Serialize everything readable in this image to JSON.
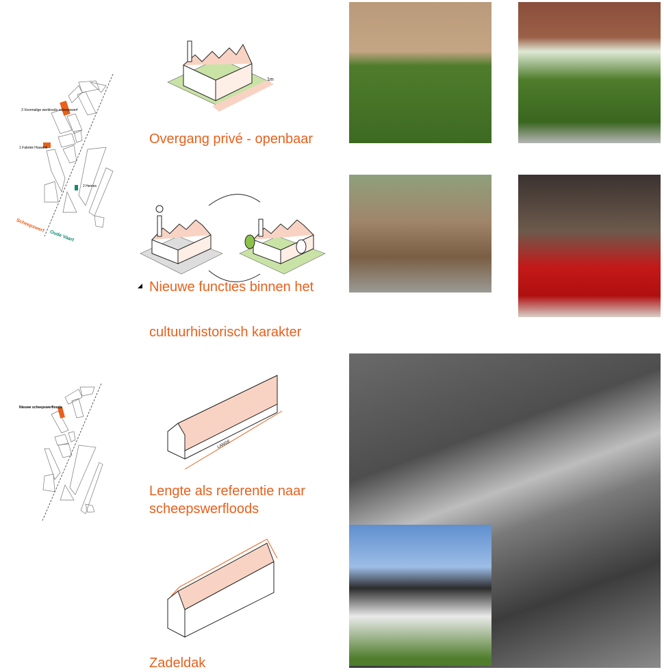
{
  "map1": {
    "label_3": "3 Voormalige werkloods scheepswerf",
    "label_1": "1 Fabriek Houwink",
    "label_2": "2 Hemes",
    "scheepswerf": "Scheepswerf",
    "oude_vaart": "Oude Vaart"
  },
  "map2": {
    "label": "Nieuwe scheepswerfloods"
  },
  "diagram1": {
    "dim_label": "1m",
    "caption": "Overgang privé - openbaar"
  },
  "diagram2": {
    "caption_line1": "Nieuwe functies binnen het",
    "caption_line2": "cultuurhistorisch karakter"
  },
  "diagram3": {
    "length_label": "LANGE",
    "caption_line1": "Lengte als referentie naar",
    "caption_line2": "scheepswerfloods"
  },
  "diagram4": {
    "caption": "Zadeldak"
  },
  "colors": {
    "accent": "#e8601c",
    "green": "#138a72",
    "pink": "#f8d3c3",
    "lawn": "#c9e3a6"
  }
}
